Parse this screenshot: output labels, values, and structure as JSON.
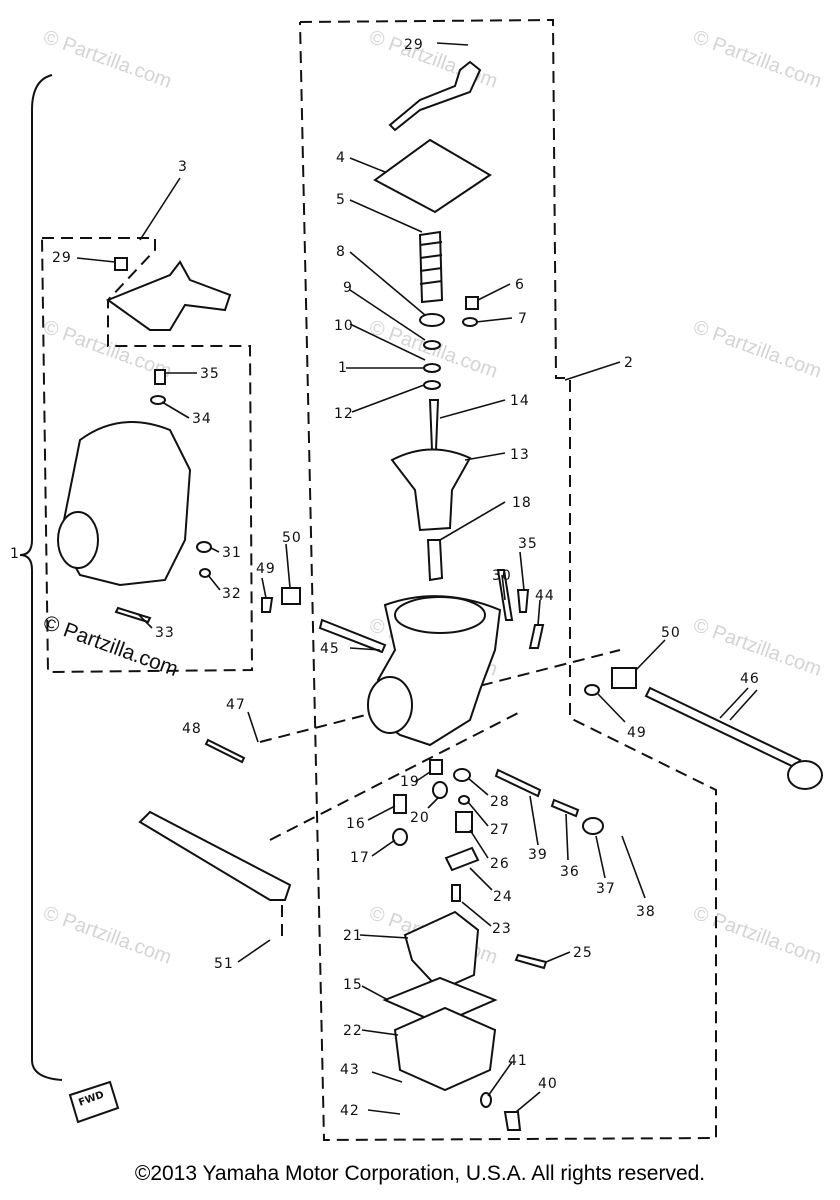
{
  "colors": {
    "ink": "#111111",
    "watermark": "#d4d4d4",
    "background": "#ffffff"
  },
  "watermark": {
    "text": "© Partzilla.com",
    "text_prominent": "© Partzilla.com"
  },
  "fwd_label": "FWD",
  "callouts": [
    "29",
    "4",
    "5",
    "8",
    "6",
    "9",
    "7",
    "10",
    "1",
    "2",
    "12",
    "14",
    "13",
    "18",
    "3",
    "35",
    "34",
    "31",
    "32",
    "33",
    "50",
    "49",
    "30",
    "44",
    "45",
    "47",
    "48",
    "19",
    "20",
    "28",
    "16",
    "27",
    "17",
    "26",
    "39",
    "36",
    "37",
    "38",
    "24",
    "23",
    "21",
    "25",
    "51",
    "15",
    "22",
    "43",
    "41",
    "40",
    "42",
    "46"
  ],
  "copyright": "©2013 Yamaha Motor Corporation, U.S.A. All rights reserved."
}
